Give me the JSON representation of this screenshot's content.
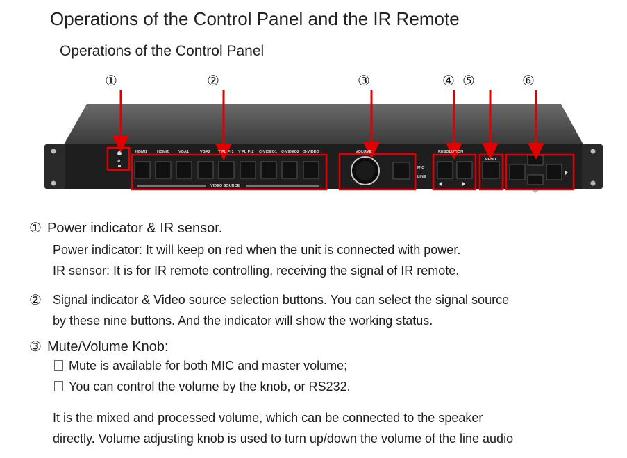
{
  "title": "Operations of the Control Panel and the IR Remote",
  "subtitle": "Operations of the Control Panel",
  "callout_numbers": [
    "①",
    "②",
    "③",
    "④",
    "⑤",
    "⑥"
  ],
  "device_labels": {
    "source_buttons": [
      "HDMI1",
      "HDMI2",
      "VGA1",
      "VGA2",
      "Y Pb Pr1",
      "Y Pb Pr2",
      "C-VIDEO1",
      "C-VIDEO2",
      "S-VIDEO"
    ],
    "video_source": "VIDEO SOURCE",
    "volume": "VOLUME",
    "mic": "MIC",
    "line": "LINE",
    "resolution": "RESOLUTION",
    "menu": "MENU",
    "ir": "IR"
  },
  "items": [
    {
      "marker": "①",
      "heading": "Power indicator & IR sensor.",
      "lines": [
        "Power indicator: It will keep on red when the unit is connected with power.",
        "IR sensor: It is for IR remote controlling, receiving the signal of IR remote."
      ]
    },
    {
      "marker": "②",
      "lines": [
        "Signal indicator & Video source selection buttons. You can select the signal source",
        "by these nine buttons. And the indicator will show the working status."
      ]
    },
    {
      "marker": "③",
      "heading": "Mute/Volume Knob:",
      "bullets": [
        "Mute is available for both MIC and master volume;",
        "You can control the volume by the knob, or RS232."
      ],
      "lines": [
        "It is the mixed and processed volume, which can be connected to the speaker",
        "directly. Volume adjusting knob is used to turn up/down the volume of the line audio"
      ]
    }
  ]
}
